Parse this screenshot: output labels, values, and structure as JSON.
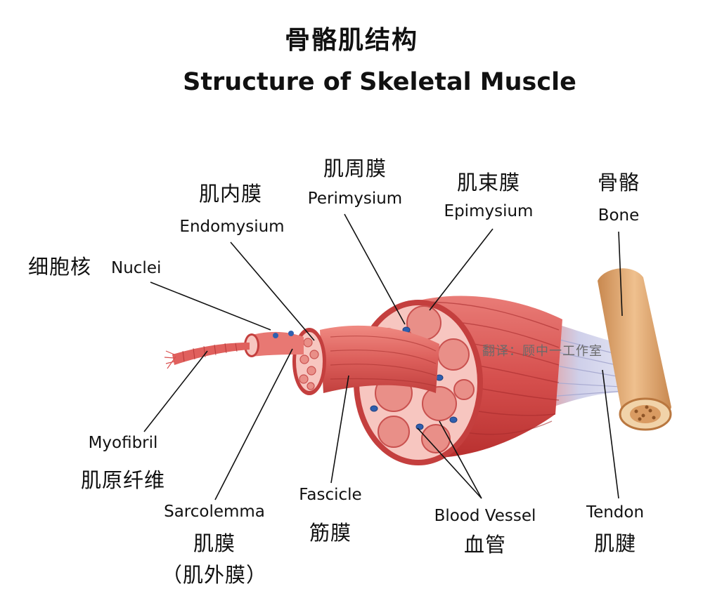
{
  "title": {
    "zh": "骨骼肌结构",
    "en": "Structure of Skeletal Muscle"
  },
  "labels": {
    "endomysium": {
      "zh": "肌内膜",
      "en": "Endomysium"
    },
    "perimysium": {
      "zh": "肌周膜",
      "en": "Perimysium"
    },
    "epimysium": {
      "zh": "肌束膜",
      "en": "Epimysium"
    },
    "bone": {
      "zh": "骨骼",
      "en": "Bone"
    },
    "nuclei": {
      "zh": "细胞核",
      "en": "Nuclei"
    },
    "myofibril": {
      "zh": "肌原纤维",
      "en": "Myofibril"
    },
    "sarcolemma": {
      "zh": "肌膜",
      "zh_alt": "（肌外膜）",
      "en": "Sarcolemma"
    },
    "fascicle": {
      "zh": "筋膜",
      "en": "Fascicle"
    },
    "blood_vessel": {
      "zh": "血管",
      "en": "Blood Vessel"
    },
    "tendon": {
      "zh": "肌腱",
      "en": "Tendon"
    }
  },
  "watermark": "翻译：顾中一工作室",
  "colors": {
    "muscle_dark": "#c4393c",
    "muscle_mid": "#e06a68",
    "muscle_light": "#f4a9a2",
    "membrane_pink": "#f7c6c0",
    "blood_vessel": "#2f5fae",
    "bone": "#e2a874",
    "bone_dark": "#b9773f",
    "tendon": "#c9cbe4"
  }
}
